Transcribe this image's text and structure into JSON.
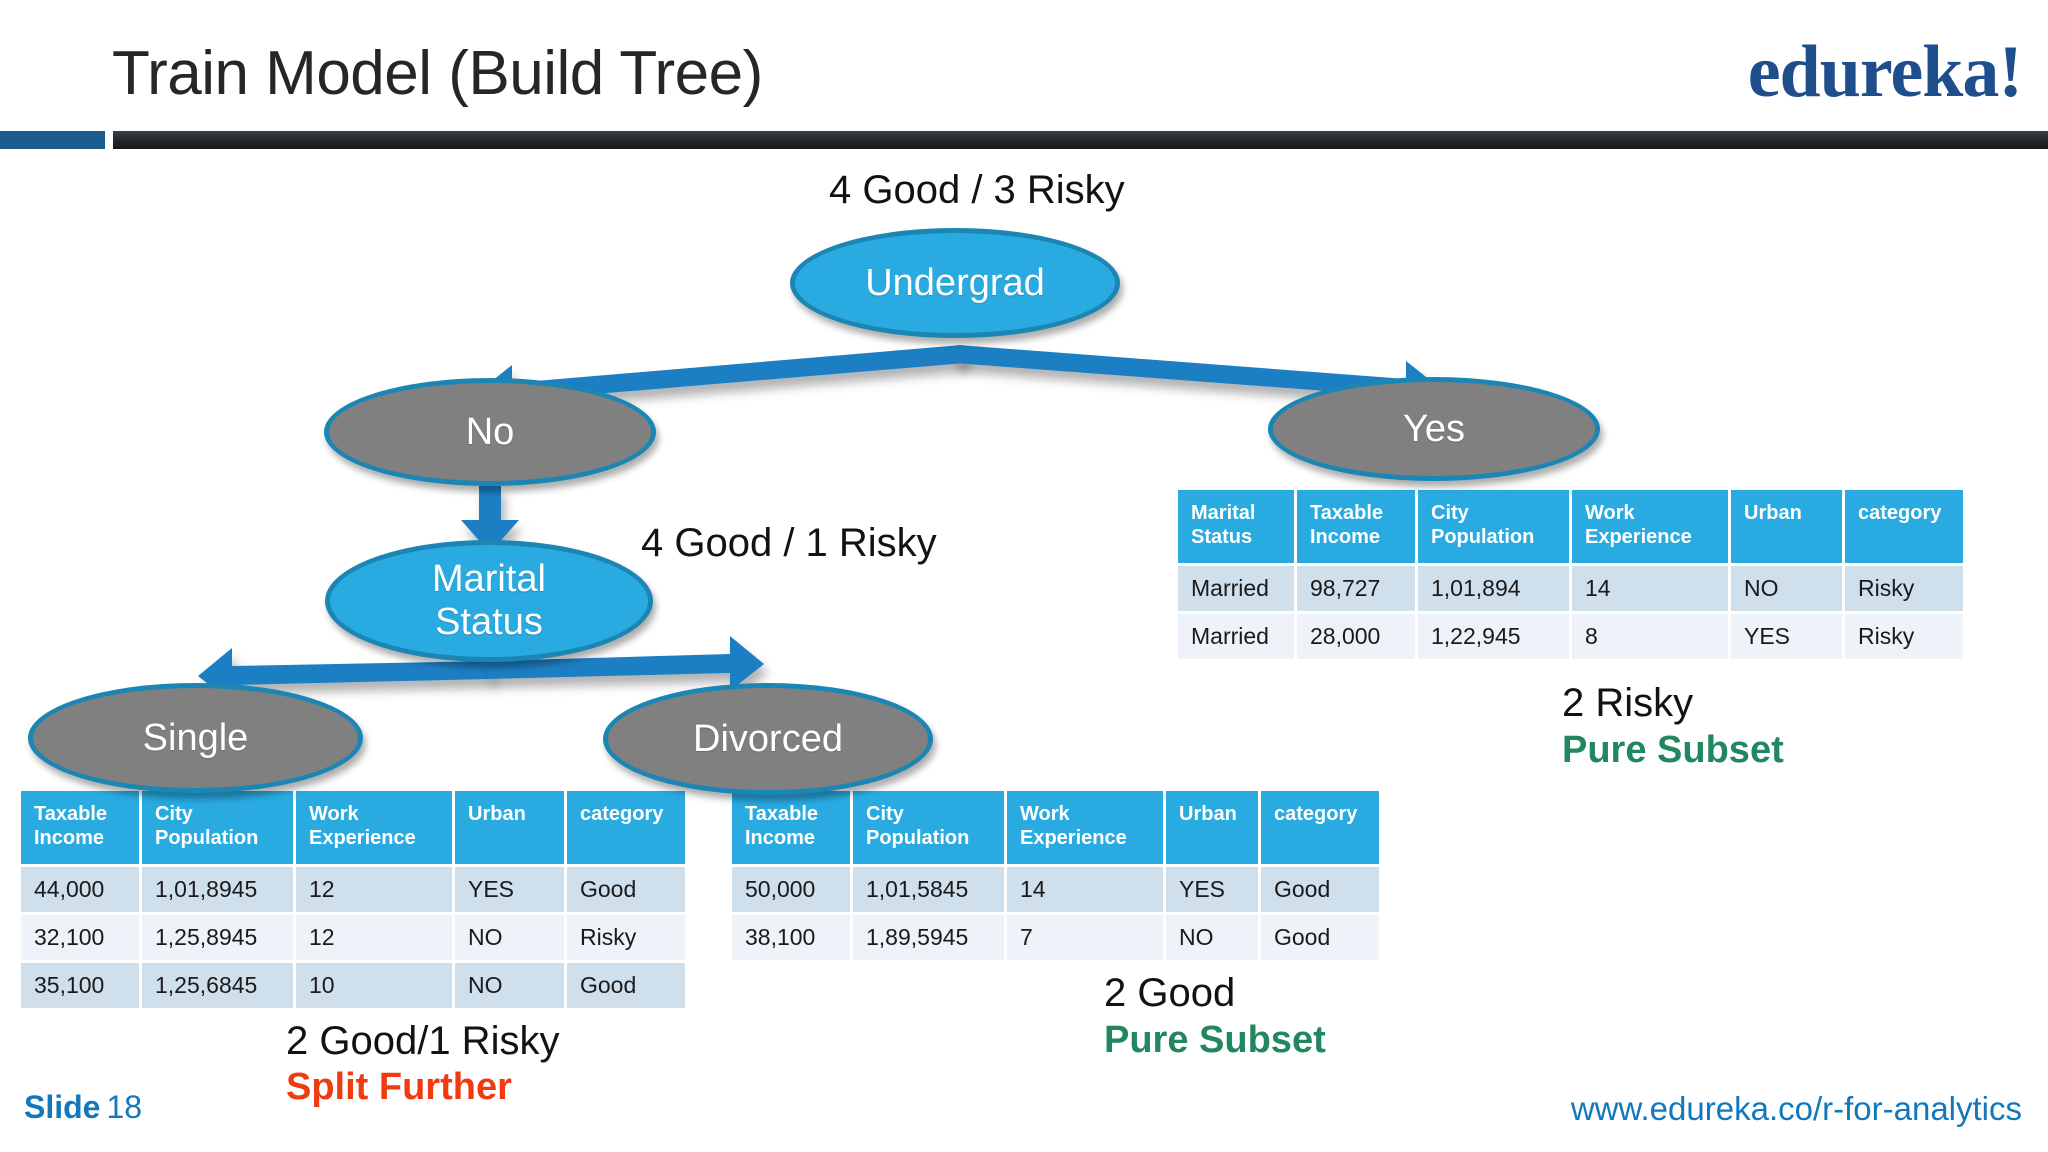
{
  "header": {
    "title": "Train Model (Build Tree)",
    "brand": "edureka!"
  },
  "tree": {
    "nodes": [
      {
        "id": "undergrad",
        "label": "Undergrad",
        "style": "blue"
      },
      {
        "id": "no",
        "label": "No",
        "style": "gray"
      },
      {
        "id": "yes",
        "label": "Yes",
        "style": "gray"
      },
      {
        "id": "marital",
        "label": "Marital\nStatus",
        "style": "blue",
        "line1": "Marital",
        "line2": "Status"
      },
      {
        "id": "single",
        "label": "Single",
        "style": "gray"
      },
      {
        "id": "divorced",
        "label": "Divorced",
        "style": "gray"
      }
    ]
  },
  "annotations": {
    "root_counts": "4 Good / 3 Risky",
    "left_counts": "4 Good / 1 Risky",
    "yes_counts": "2 Risky",
    "yes_tag": "Pure Subset",
    "divorced_counts": "2 Good",
    "divorced_tag": "Pure Subset",
    "single_counts": "2 Good/1 Risky",
    "single_tag": "Split Further"
  },
  "tables": {
    "yes": {
      "columns": [
        [
          "Marital",
          "Status"
        ],
        [
          "Taxable",
          "Income"
        ],
        [
          "City",
          "Population"
        ],
        [
          "Work",
          "Experience"
        ],
        [
          "Urban",
          ""
        ],
        [
          "category",
          ""
        ]
      ],
      "rows": [
        [
          "Married",
          "98,727",
          "1,01,894",
          "14",
          "NO",
          "Risky"
        ],
        [
          "Married",
          "28,000",
          "1,22,945",
          "8",
          "YES",
          "Risky"
        ]
      ],
      "risky_cells": [
        [
          0,
          5
        ],
        [
          1,
          5
        ]
      ]
    },
    "single": {
      "columns": [
        [
          "Taxable",
          "Income"
        ],
        [
          "City",
          "Population"
        ],
        [
          "Work",
          "Experience"
        ],
        [
          "Urban",
          ""
        ],
        [
          "category",
          ""
        ]
      ],
      "rows": [
        [
          "44,000",
          "1,01,8945",
          "12",
          "YES",
          "Good"
        ],
        [
          "32,100",
          "1,25,8945",
          "12",
          "NO",
          "Risky"
        ],
        [
          "35,100",
          "1,25,6845",
          "10",
          "NO",
          "Good"
        ]
      ],
      "risky_cells": [
        [
          1,
          4
        ]
      ]
    },
    "divorced": {
      "columns": [
        [
          "Taxable",
          "Income"
        ],
        [
          "City",
          "Population"
        ],
        [
          "Work",
          "Experience"
        ],
        [
          "Urban",
          ""
        ],
        [
          "category",
          ""
        ]
      ],
      "rows": [
        [
          "50,000",
          "1,01,5845",
          "14",
          "YES",
          "Good"
        ],
        [
          "38,100",
          "1,89,5945",
          "7",
          "NO",
          "Good"
        ]
      ],
      "risky_cells": []
    }
  },
  "footer": {
    "slide_label": "Slide",
    "slide_number": "18",
    "url": "www.edureka.co/r-for-analytics"
  },
  "colors": {
    "node_blue": "#29ABE2",
    "node_blue_border": "#1B86B3",
    "node_gray": "#808080",
    "table_header": "#29ABE2",
    "row_a": "#CFDFEC",
    "row_b": "#EDF3F9",
    "risky": "#FF0000",
    "pure_subset_green": "#21875F",
    "split_further_red": "#F03B11",
    "arrow_blue": "#1F7FC4",
    "footer_blue": "#1278BE",
    "brand_navy": "#1F4E8C"
  }
}
